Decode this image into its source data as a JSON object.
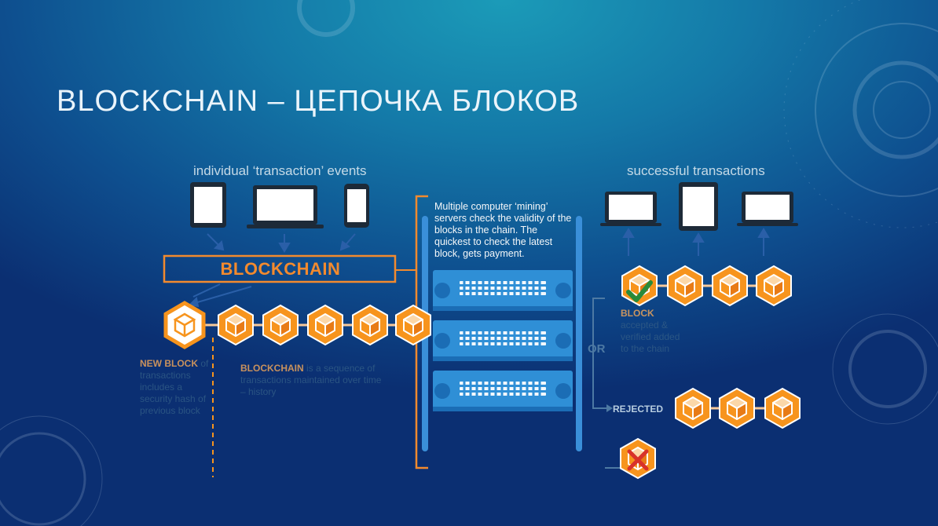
{
  "slide": {
    "title": "BLOCKCHAIN – ЦЕПОЧКА БЛОКОВ"
  },
  "diagram": {
    "input_caption": "individual ‘transaction’ events",
    "output_caption": "successful transactions",
    "banner_label": "BLOCKCHAIN",
    "mining_note": "Multiple computer ‘mining’ servers check the validity of the blocks in the chain. The quickest to check the latest block, gets payment.",
    "new_block_bold": "NEW BLOCK",
    "new_block_text": "of transactions includes a security hash of previous block",
    "chain_bold": "BLOCKCHAIN",
    "chain_text": "is a sequence of transactions maintained over time – history",
    "block_ok_bold": "BLOCK",
    "block_ok_text": "accepted & verified added to the chain",
    "or_label": "OR",
    "rejected_label": "REJECTED",
    "colors": {
      "orange": "#f7941d",
      "orange_dark": "#e87b16",
      "server_blue": "#2f8fd6",
      "server_dark": "#1b6db5",
      "rail": "#3a8fd9",
      "check_green": "#2a8a3a",
      "reject_red": "#d8322a"
    },
    "icons": [
      "tablet-icon",
      "laptop-icon",
      "smartphone-icon",
      "server-icon",
      "block-cube-icon",
      "checkmark-icon",
      "reject-x-icon"
    ]
  }
}
